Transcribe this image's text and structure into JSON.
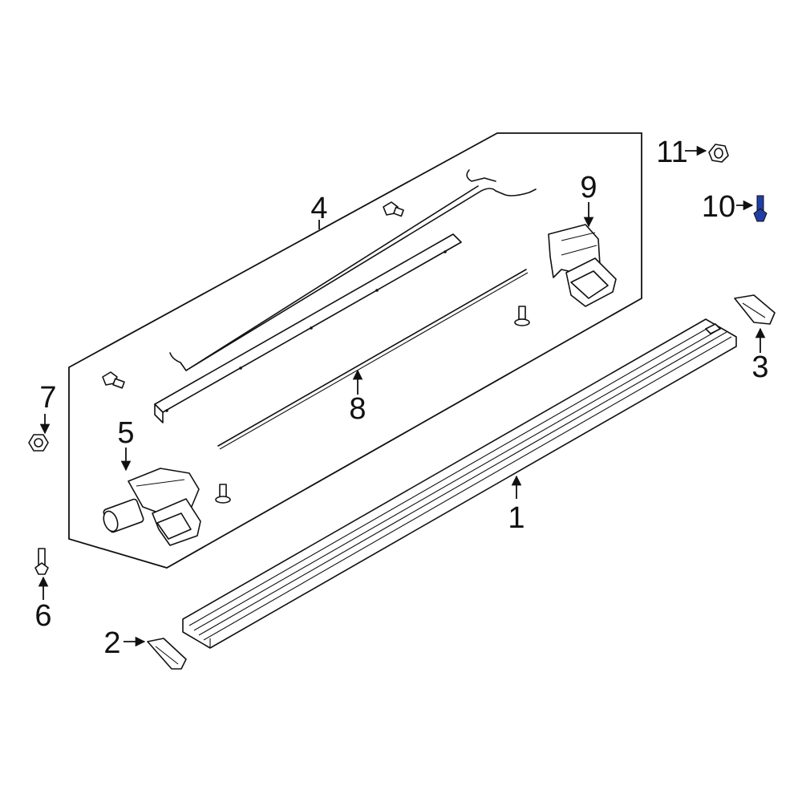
{
  "diagram": {
    "callouts": {
      "c1": "1",
      "c2": "2",
      "c3": "3",
      "c4": "4",
      "c5": "5",
      "c6": "6",
      "c7": "7",
      "c8": "8",
      "c9": "9",
      "c10": "10",
      "c11": "11"
    },
    "highlight_color": "#1f3fa6",
    "line_color": "#111111"
  }
}
